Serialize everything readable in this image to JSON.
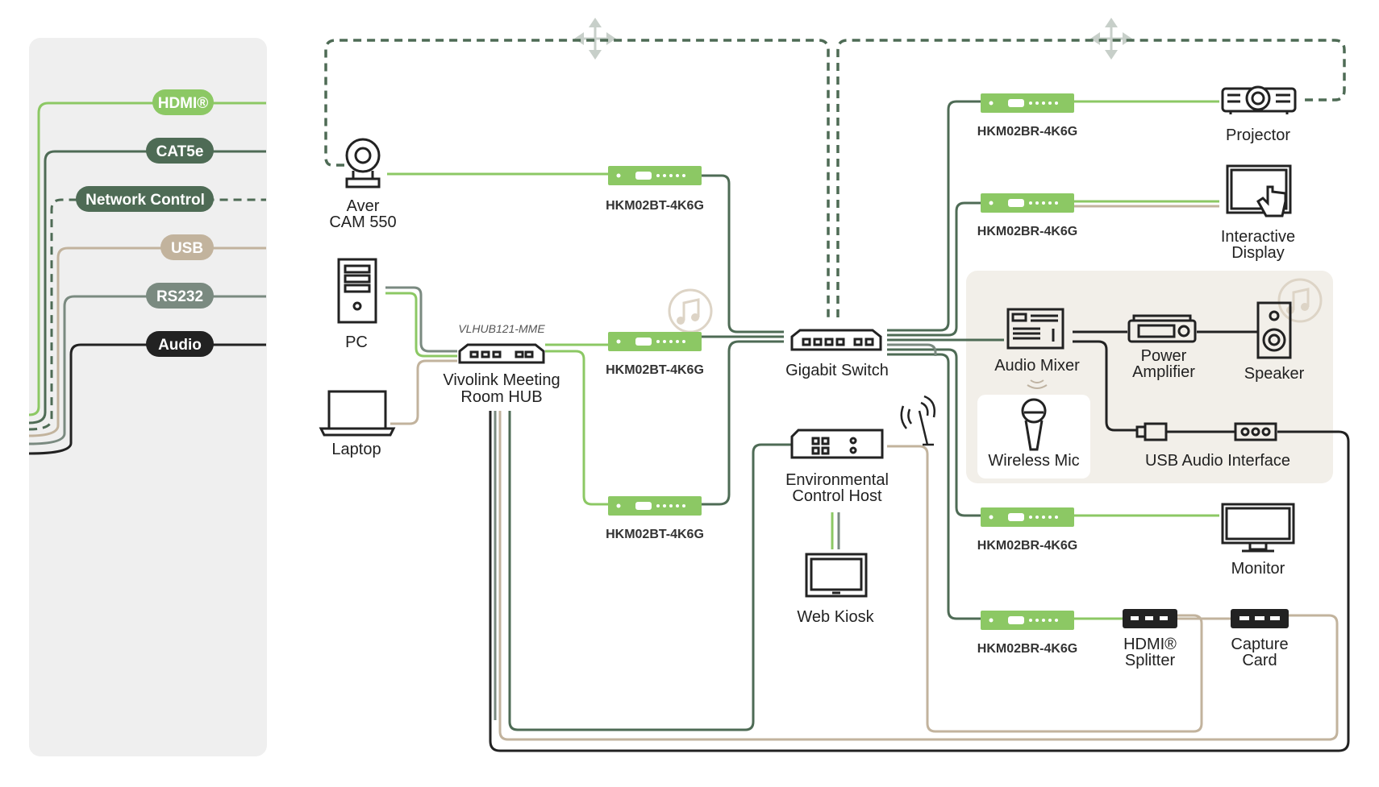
{
  "colors": {
    "hdmi": "#8cc864",
    "cat5e": "#4e6b55",
    "network": "#4e6b55",
    "usb": "#c2b39d",
    "rs232": "#7a8a80",
    "audio": "#222222",
    "panel": "#efefef",
    "audio_zone": "#f2efe9"
  },
  "legend": [
    {
      "key": "hdmi",
      "label": "HDMI®"
    },
    {
      "key": "cat5e",
      "label": "CAT5e"
    },
    {
      "key": "network",
      "label": "Network Control"
    },
    {
      "key": "usb",
      "label": "USB"
    },
    {
      "key": "rs232",
      "label": "RS232"
    },
    {
      "key": "audio",
      "label": "Audio"
    }
  ],
  "devices": {
    "camera": [
      "Aver",
      "CAM 550"
    ],
    "pc": "PC",
    "laptop": "Laptop",
    "hub_model": "VLHUB121-MME",
    "hub": [
      "Vivolink Meeting",
      "Room HUB"
    ],
    "switch": "Gigabit Switch",
    "env_host": [
      "Environmental",
      "Control Host"
    ],
    "kiosk": "Web Kiosk",
    "projector": "Projector",
    "interactive": [
      "Interactive",
      "Display"
    ],
    "audio_mixer": "Audio Mixer",
    "power_amp": [
      "Power",
      "Amplifier"
    ],
    "speaker": "Speaker",
    "wireless_mic": "Wireless Mic",
    "usb_audio": "USB Audio Interface",
    "monitor": "Monitor",
    "hdmi_splitter": [
      "HDMI®",
      "Splitter"
    ],
    "capture_card": [
      "Capture",
      "Card"
    ]
  },
  "modules": {
    "tx1": "HKM02BT-4K6G",
    "tx2": "HKM02BT-4K6G",
    "tx3": "HKM02BT-4K6G",
    "rx1": "HKM02BR-4K6G",
    "rx2": "HKM02BR-4K6G",
    "rx3": "HKM02BR-4K6G",
    "rx4": "HKM02BR-4K6G"
  },
  "icons": [
    "music-note-icon",
    "move-arrows-icon",
    "antenna-icon",
    "wireless-waves-icon"
  ]
}
